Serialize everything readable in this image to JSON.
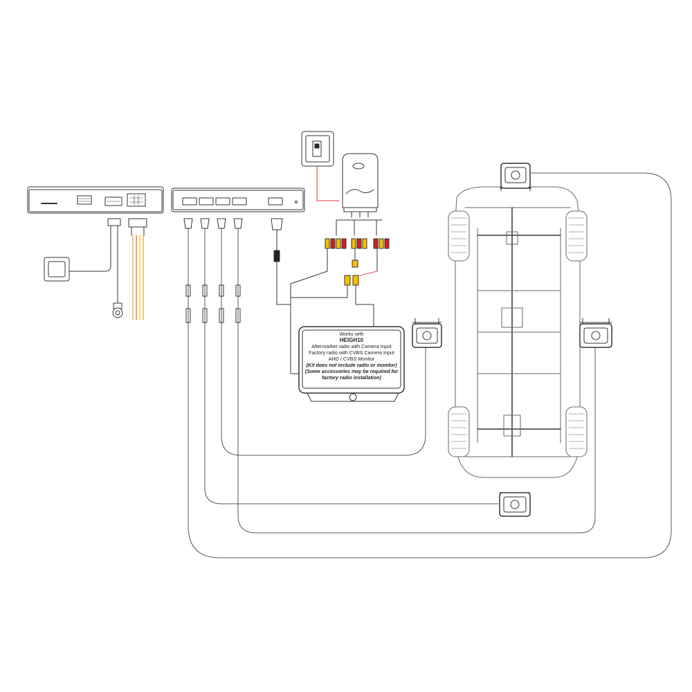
{
  "radio_label": {
    "works_with": "Works with",
    "model": "HEIGH10",
    "line1": "Aftermarket radio with Camera Input",
    "line2": "Factory radio with CVBS Camera Input",
    "line3": "AHD / CVBS Monitor",
    "note1": "(Kit does not include radio or monitor)",
    "note2": "(Some accessories may be required for",
    "note3": "factory radio installation)"
  },
  "colors": {
    "line": "#222222",
    "cable": "#555555",
    "rca_yellow": "#f2c200",
    "rca_red": "#d22020",
    "wire_orange": "#f0a030",
    "wire_red": "#e05050",
    "wire_yellow": "#f2c200",
    "switch_red": "#e03030"
  }
}
